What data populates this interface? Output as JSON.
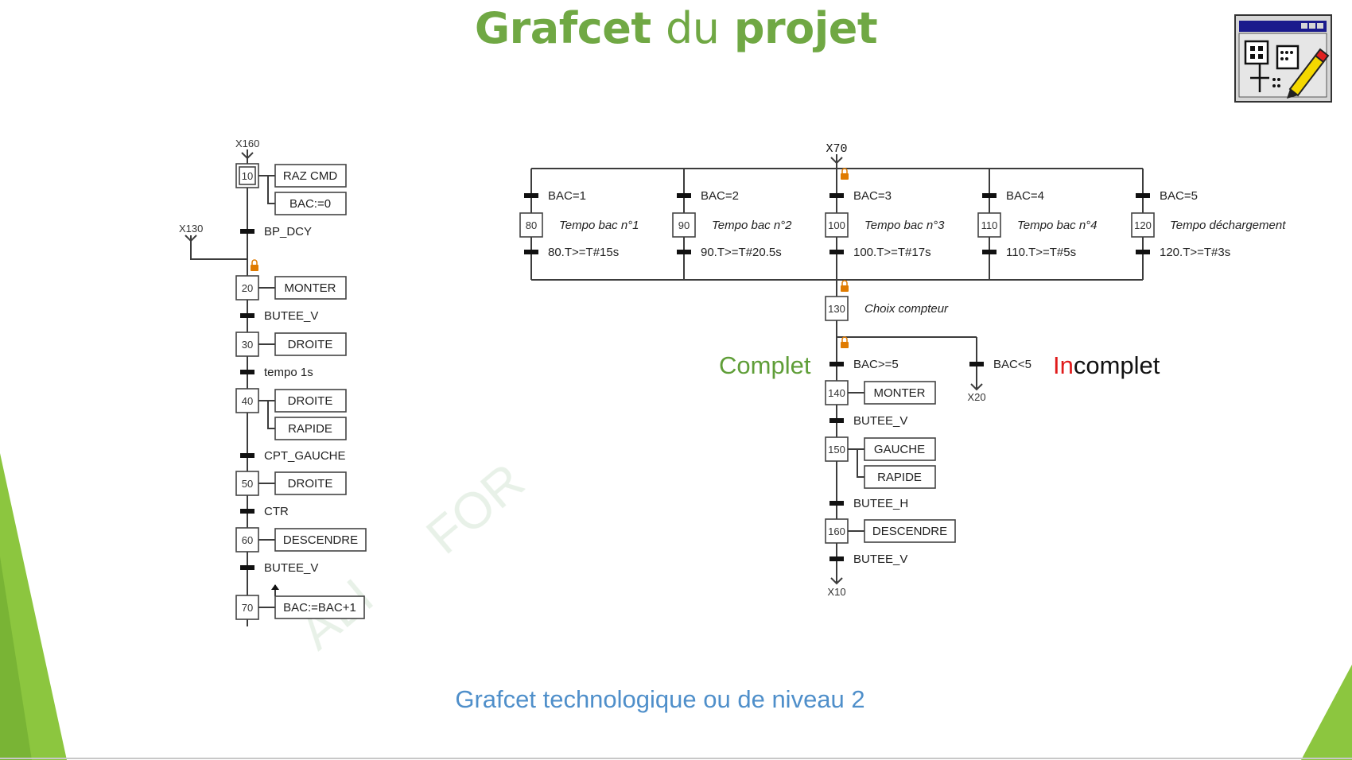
{
  "slide": {
    "title_part1": "Grafcet",
    "title_part2": "du",
    "title_part3": "projet",
    "subtitle": "Grafcet technologique ou de niveau 2",
    "label_complet": "Complet",
    "label_incomplet_red": "In",
    "label_incomplet_rest": "complet",
    "colors": {
      "accent_green": "#70a844",
      "subtitle_blue": "#4f8fca",
      "red": "#e01b1b"
    },
    "icon": "grafcet-editor-app-icon"
  },
  "grafcet_left": {
    "entry_top": "X160",
    "entry_side": "X130",
    "steps": [
      {
        "num": "10",
        "actions": [
          "RAZ CMD",
          "BAC:=0"
        ],
        "initial": true
      },
      {
        "num": "20",
        "actions": [
          "MONTER"
        ]
      },
      {
        "num": "30",
        "actions": [
          "DROITE"
        ]
      },
      {
        "num": "40",
        "actions": [
          "DROITE",
          "RAPIDE"
        ]
      },
      {
        "num": "50",
        "actions": [
          "DROITE"
        ]
      },
      {
        "num": "60",
        "actions": [
          "DESCENDRE"
        ]
      },
      {
        "num": "70",
        "actions": [
          "BAC:=BAC+1"
        ]
      }
    ],
    "transitions": [
      "BP_DCY",
      "BUTEE_V",
      "tempo 1s",
      "CPT_GAUCHE",
      "CTR",
      "BUTEE_V"
    ]
  },
  "grafcet_right": {
    "entry_top": "X70",
    "branches": [
      {
        "cond": "BAC=1",
        "step": "80",
        "action": "Tempo bac n°1",
        "exit": "80.T>=T#15s"
      },
      {
        "cond": "BAC=2",
        "step": "90",
        "action": "Tempo bac n°2",
        "exit": "90.T>=T#20.5s"
      },
      {
        "cond": "BAC=3",
        "step": "100",
        "action": "Tempo bac n°3",
        "exit": "100.T>=T#17s"
      },
      {
        "cond": "BAC=4",
        "step": "110",
        "action": "Tempo bac n°4",
        "exit": "110.T>=T#5s"
      },
      {
        "cond": "BAC=5",
        "step": "120",
        "action": "Tempo déchargement",
        "exit": "120.T>=T#3s"
      }
    ],
    "choice_step": {
      "num": "130",
      "action": "Choix compteur"
    },
    "choice_conditions": {
      "main": "BAC>=5",
      "alt": "BAC<5",
      "alt_target": "X20"
    },
    "steps": [
      {
        "num": "140",
        "actions": [
          "MONTER"
        ]
      },
      {
        "num": "150",
        "actions": [
          "GAUCHE",
          "RAPIDE"
        ]
      },
      {
        "num": "160",
        "actions": [
          "DESCENDRE"
        ]
      }
    ],
    "transitions": [
      "BUTEE_V",
      "BUTEE_H",
      "BUTEE_V"
    ],
    "exit_target": "X10"
  }
}
